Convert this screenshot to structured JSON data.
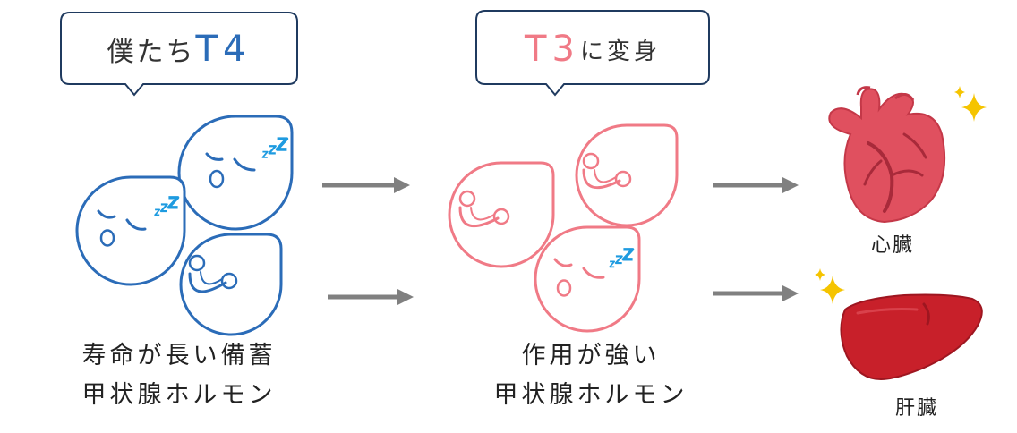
{
  "bubbles": {
    "left": {
      "prefix": "僕たち",
      "highlight": "T4"
    },
    "right": {
      "highlight": "T3",
      "suffix": "に変身"
    }
  },
  "captions": {
    "left_line1": "寿命が長い備蓄",
    "left_line2": "甲状腺ホルモン",
    "right_line1": "作用が強い",
    "right_line2": "甲状腺ホルモン"
  },
  "organs": {
    "heart": "心臓",
    "liver": "肝臓"
  },
  "colors": {
    "t4_blue": "#2b6cb8",
    "t3_pink": "#f07a86",
    "arrow_gray": "#808080",
    "heart_red": "#e0505f",
    "liver_red": "#c8202a",
    "sparkle_yellow": "#f5c400"
  }
}
